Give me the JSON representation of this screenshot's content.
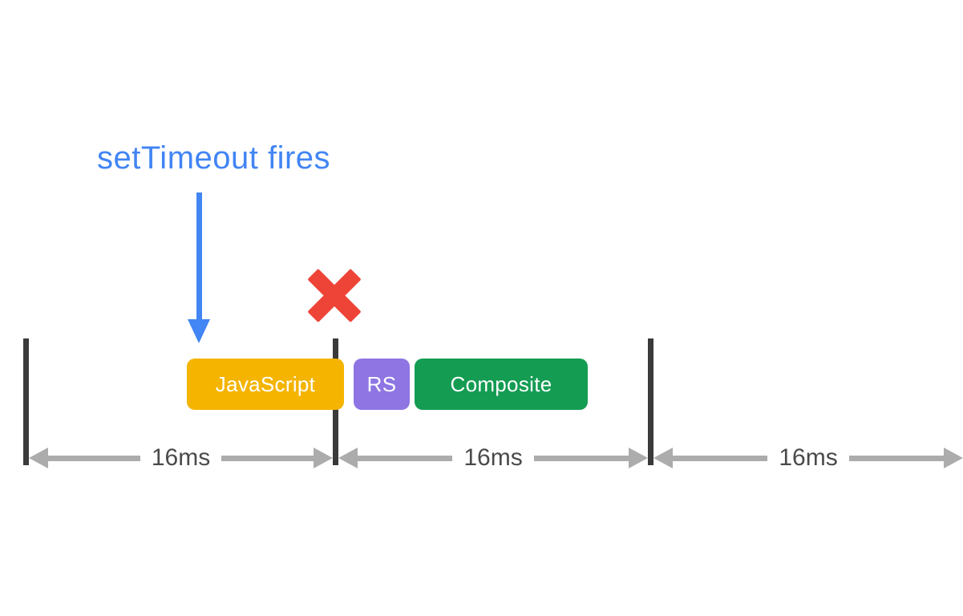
{
  "diagram": {
    "annotation": {
      "label": "setTimeout fires",
      "color": "#4285F4"
    },
    "blocks": [
      {
        "label": "JavaScript",
        "color": "#F4B400"
      },
      {
        "label": "RS",
        "color": "#8E75E3"
      },
      {
        "label": "Composite",
        "color": "#149C53"
      }
    ],
    "measurements": [
      {
        "label": "16ms"
      },
      {
        "label": "16ms"
      },
      {
        "label": "16ms"
      }
    ],
    "icons": {
      "missed_frame": "x-mark-icon",
      "settimeout_pointer": "down-arrow-icon"
    },
    "colors": {
      "annotation_blue": "#4285F4",
      "error_red": "#EE4437",
      "frame_bar_dark": "#3A3A3A",
      "measure_arrow_gray": "#ACACAC",
      "measure_text_gray": "#4A4A4A",
      "background": "#FFFFFF"
    }
  }
}
